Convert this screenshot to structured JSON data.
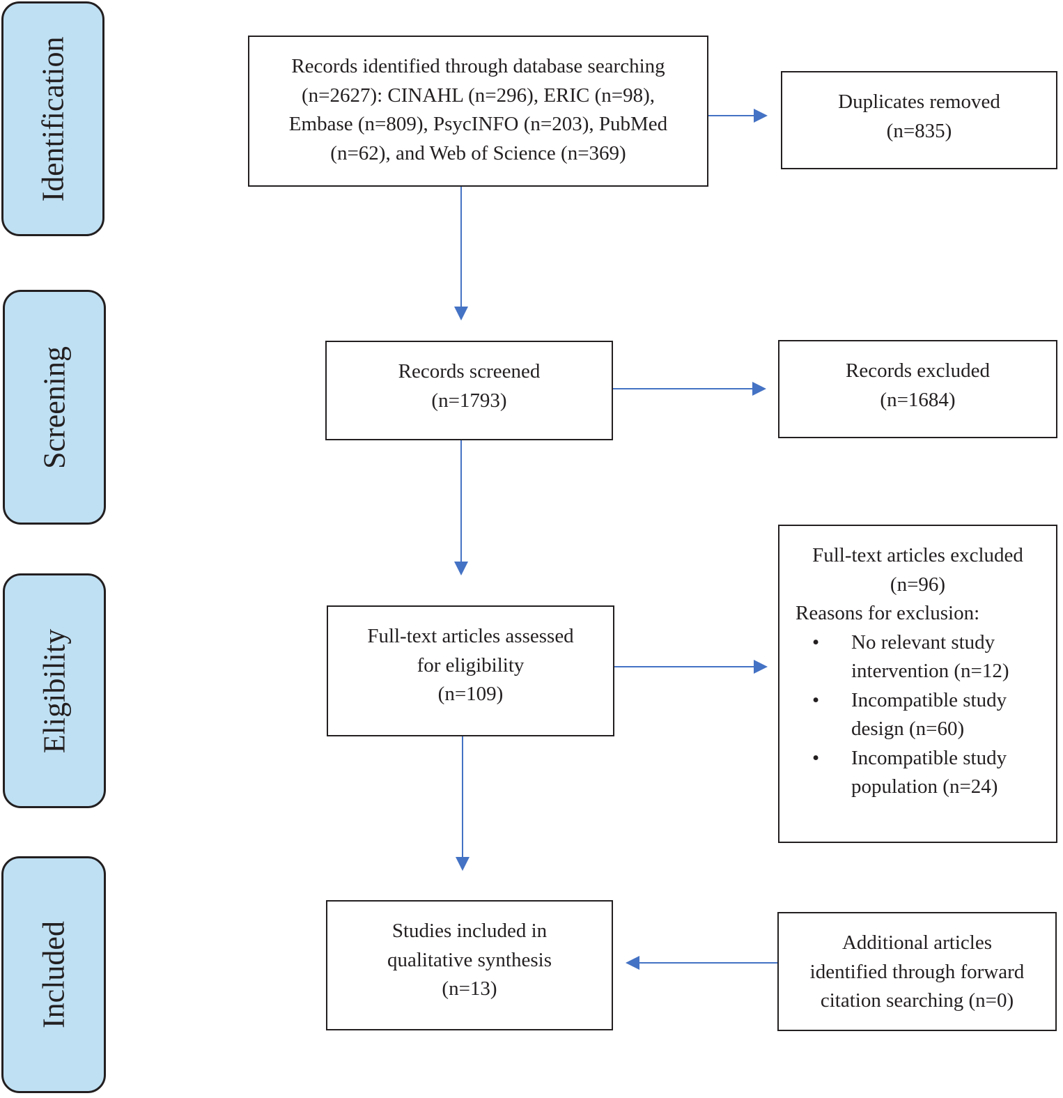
{
  "stages": [
    {
      "id": "identification",
      "label": "Identification"
    },
    {
      "id": "screening",
      "label": "Screening"
    },
    {
      "id": "eligibility",
      "label": "Eligibility"
    },
    {
      "id": "included",
      "label": "Included"
    }
  ],
  "boxes": {
    "identified": {
      "lines": [
        "Records identified through database searching",
        "(n=2627): CINAHL (n=296), ERIC (n=98),",
        "Embase (n=809), PsycINFO (n=203), PubMed",
        "(n=62), and Web of Science (n=369)"
      ]
    },
    "duplicates": {
      "lines": [
        "Duplicates removed",
        "(n=835)"
      ]
    },
    "screened": {
      "lines": [
        "Records screened",
        "(n=1793)"
      ]
    },
    "excluded": {
      "lines": [
        "Records excluded",
        "(n=1684)"
      ]
    },
    "assessed": {
      "lines": [
        "Full-text articles assessed",
        "for eligibility",
        "(n=109)"
      ]
    },
    "fulltext_excluded": {
      "lines": [
        "Full-text articles excluded",
        "(n=96)"
      ],
      "reasons_heading": "Reasons for exclusion:",
      "bullet_symbol": "•",
      "reasons": [
        [
          "No relevant study",
          "intervention (n=12)"
        ],
        [
          "Incompatible study",
          "design (n=60)"
        ],
        [
          "Incompatible study",
          "population (n=24)"
        ]
      ]
    },
    "included": {
      "lines": [
        "Studies included in",
        "qualitative synthesis",
        "(n=13)"
      ]
    },
    "additional": {
      "lines": [
        "Additional articles",
        "identified through forward",
        "citation searching (n=0)"
      ]
    }
  },
  "colors": {
    "stage_fill": "#bfe0f3",
    "border": "#231f20",
    "arrow": "#4472c4"
  }
}
